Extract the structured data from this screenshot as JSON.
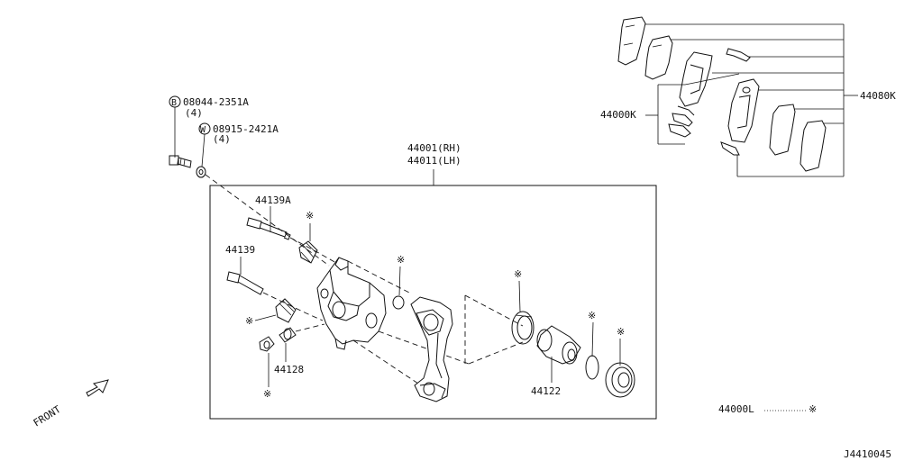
{
  "labels": {
    "bolt_b": "08044-2351A",
    "bolt_b_qty": "(4)",
    "washer_w": "08915-2421A",
    "washer_w_qty": "(4)",
    "caliper_rh": "44001(RH)",
    "caliper_lh": "44011(LH)",
    "pin_a": "44139A",
    "pin": "44139",
    "bleeder": "44128",
    "piston": "44122",
    "pad_kit": "44000K",
    "pad_set": "44080K",
    "seal_kit": "44000L",
    "drawing_no": "J4410045",
    "front": "FRONT"
  },
  "symbols": {
    "b_circle": "B",
    "w_circle": "W",
    "kit_mark": "※"
  }
}
